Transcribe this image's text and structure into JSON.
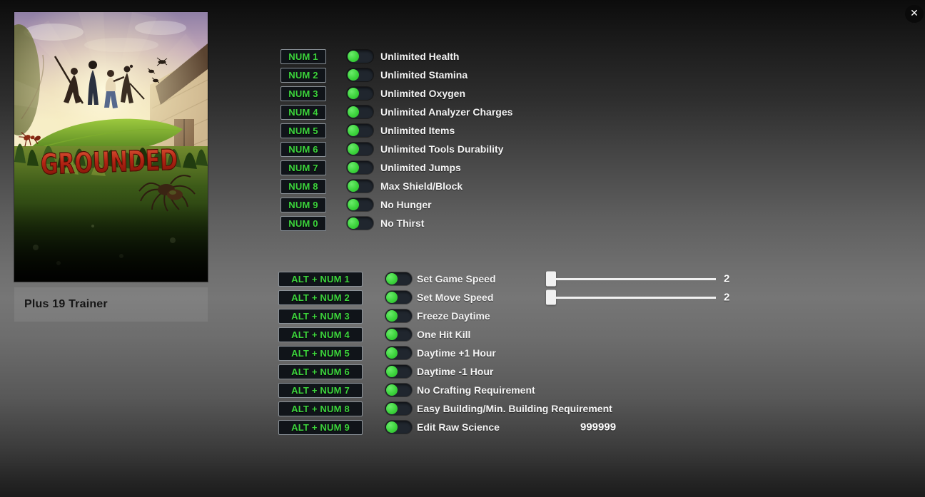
{
  "window": {
    "icons": {
      "close": "✕"
    }
  },
  "colors": {
    "accent_green": "#3cd43c",
    "logo_red": "#a81e0e",
    "label_text": "#f4f4f4"
  },
  "sidebar": {
    "cover_title": "GROUNDED",
    "trainer_title": "Plus 19 Trainer"
  },
  "trainer": {
    "num_rows": [
      {
        "hotkey": "NUM 1",
        "label": "Unlimited Health",
        "toggle": true
      },
      {
        "hotkey": "NUM 2",
        "label": "Unlimited Stamina",
        "toggle": true
      },
      {
        "hotkey": "NUM 3",
        "label": "Unlimited Oxygen",
        "toggle": true
      },
      {
        "hotkey": "NUM 4",
        "label": "Unlimited Analyzer Charges",
        "toggle": true
      },
      {
        "hotkey": "NUM 5",
        "label": "Unlimited Items",
        "toggle": true
      },
      {
        "hotkey": "NUM 6",
        "label": "Unlimited Tools Durability",
        "toggle": true
      },
      {
        "hotkey": "NUM 7",
        "label": "Unlimited Jumps",
        "toggle": true
      },
      {
        "hotkey": "NUM 8",
        "label": "Max Shield/Block",
        "toggle": true
      },
      {
        "hotkey": "NUM 9",
        "label": "No Hunger",
        "toggle": true
      },
      {
        "hotkey": "NUM 0",
        "label": "No Thirst",
        "toggle": true
      }
    ],
    "alt_rows": [
      {
        "hotkey": "ALT + NUM 1",
        "label": "Set Game Speed",
        "toggle": true,
        "slider": true,
        "value": "2"
      },
      {
        "hotkey": "ALT + NUM 2",
        "label": "Set Move Speed",
        "toggle": true,
        "slider": true,
        "value": "2"
      },
      {
        "hotkey": "ALT + NUM 3",
        "label": "Freeze Daytime",
        "toggle": true
      },
      {
        "hotkey": "ALT + NUM 4",
        "label": "One Hit Kill",
        "toggle": true
      },
      {
        "hotkey": "ALT + NUM 5",
        "label": "Daytime +1 Hour",
        "toggle": true
      },
      {
        "hotkey": "ALT + NUM 6",
        "label": "Daytime -1 Hour",
        "toggle": true
      },
      {
        "hotkey": "ALT + NUM 7",
        "label": "No Crafting Requirement",
        "toggle": true
      },
      {
        "hotkey": "ALT + NUM 8",
        "label": "Easy Building/Min. Building Requirement",
        "toggle": true
      },
      {
        "hotkey": "ALT + NUM 9",
        "label": "Edit Raw Science",
        "toggle": true,
        "value": "999999"
      }
    ]
  }
}
